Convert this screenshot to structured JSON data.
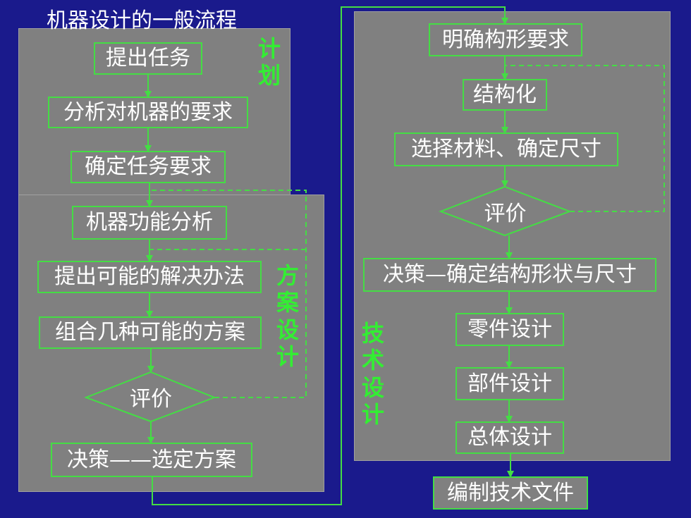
{
  "title": "机器设计的一般流程",
  "planning": {
    "label_chars": [
      "计",
      "划"
    ],
    "steps": [
      "提出任务",
      "分析对机器的要求",
      "确定任务要求"
    ]
  },
  "scheme": {
    "label_chars": [
      "方",
      "案",
      "设",
      "计"
    ],
    "steps": [
      "机器功能分析",
      "提出可能的解决办法",
      "组合几种可能的方案"
    ],
    "evaluate": "评价",
    "decision": "决策——选定方案"
  },
  "technical": {
    "label_chars": [
      "技",
      "术",
      "设",
      "计"
    ],
    "steps": [
      "明确构形要求",
      "结构化",
      "选择材料、确定尺寸"
    ],
    "evaluate": "评价",
    "decision": "决策—确定结构形状与尺寸",
    "later_steps": [
      "零件设计",
      "部件设计",
      "总体设计"
    ]
  },
  "final_step": "编制技术文件",
  "colors": {
    "background": "#1a1a8c",
    "panel": "#808080",
    "accent_green": "#44dd44",
    "text": "#ffffff"
  }
}
